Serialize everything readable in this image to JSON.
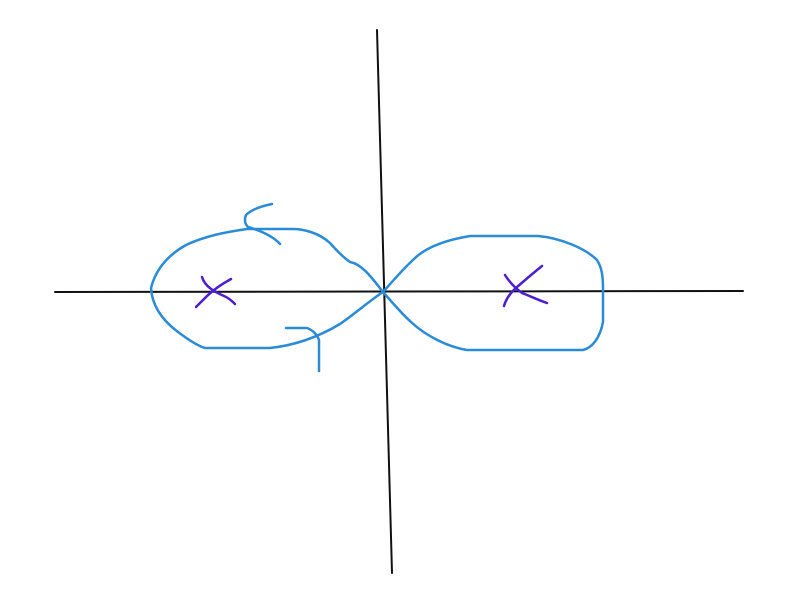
{
  "colors": {
    "background": "#ffffff",
    "axes": "#111111",
    "contour": "#2a8bd6",
    "poles": "#4b1fcf"
  },
  "diagram": {
    "elements": [
      "horizontal-axis",
      "vertical-axis",
      "figure-eight-contour",
      "left-pole-cross",
      "right-pole-cross",
      "upper-direction-arrow",
      "lower-direction-arrow"
    ]
  }
}
